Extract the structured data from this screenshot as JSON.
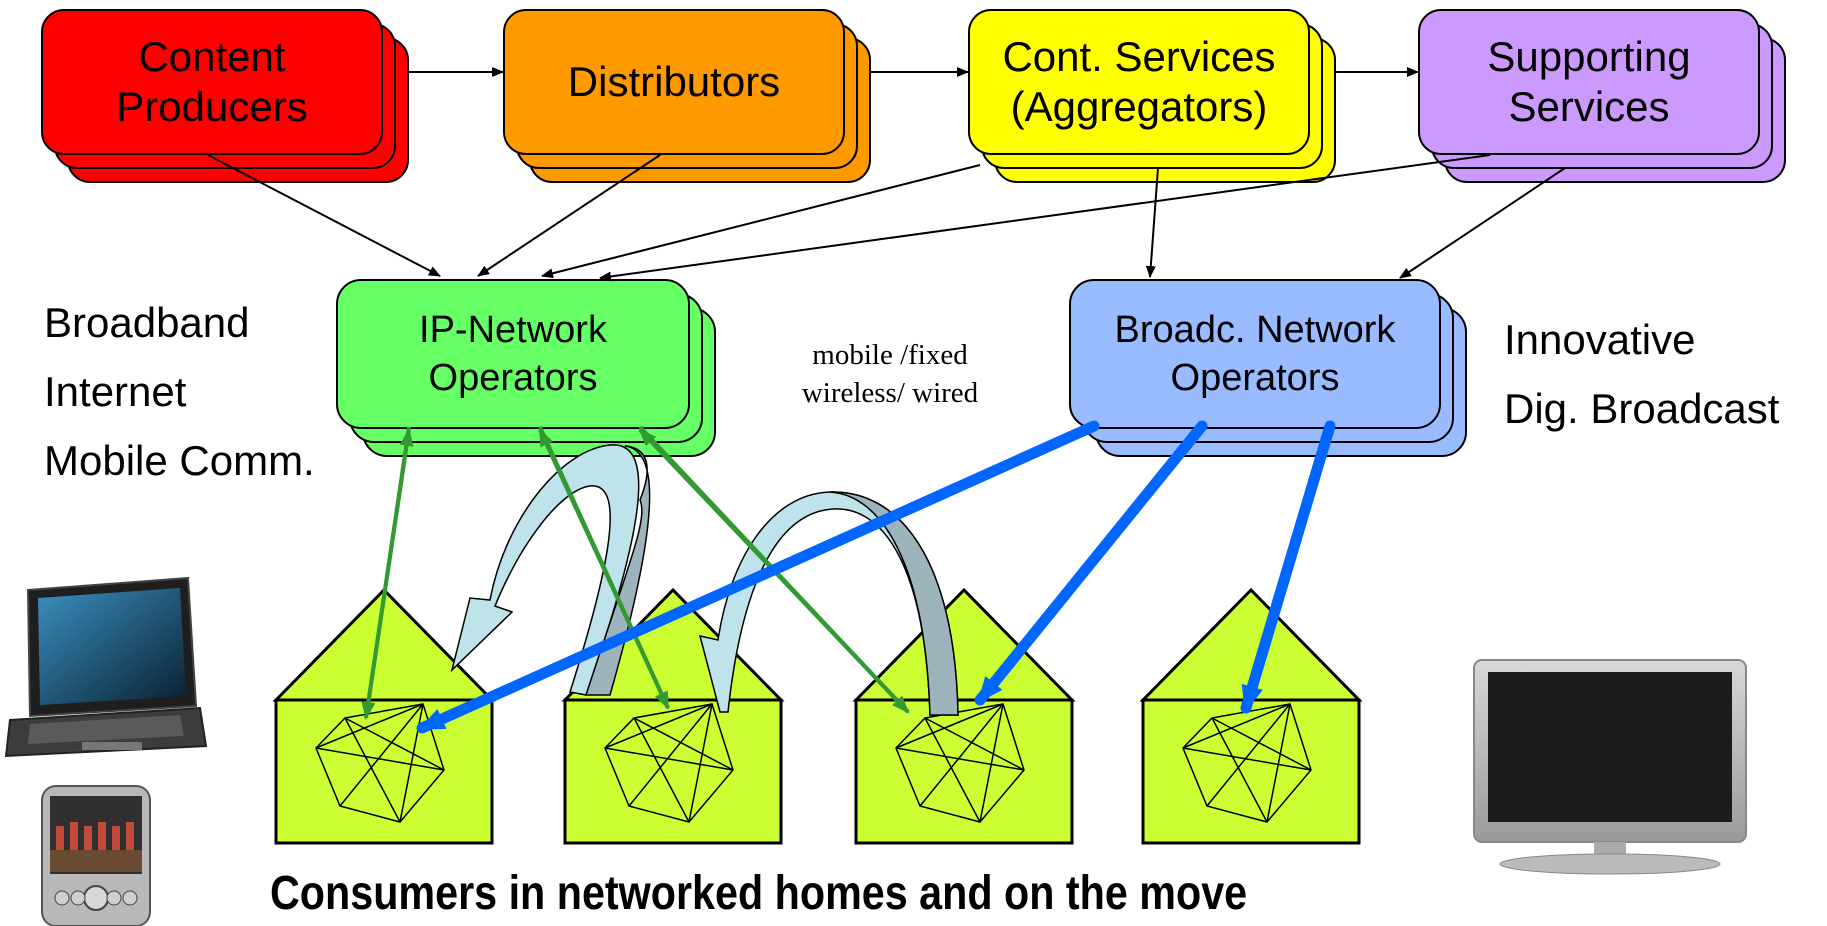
{
  "diagram": {
    "boxes": [
      {
        "id": "content-producers",
        "lines": [
          "Content",
          "Producers"
        ],
        "color": "#ff0000"
      },
      {
        "id": "distributors",
        "lines": [
          "Distributors"
        ],
        "color": "#ff9900"
      },
      {
        "id": "content-services",
        "lines": [
          "Cont. Services",
          "(Aggregators)"
        ],
        "color": "#ffff00"
      },
      {
        "id": "supporting-services",
        "lines": [
          "Supporting",
          "Services"
        ],
        "color": "#cc99ff"
      },
      {
        "id": "ip-network-operators",
        "lines": [
          "IP-Network",
          "Operators"
        ],
        "color": "#66ff66"
      },
      {
        "id": "broadcast-network-operators",
        "lines": [
          "Broadc. Network",
          "Operators"
        ],
        "color": "#99bbff"
      }
    ],
    "left_labels": [
      "Broadband",
      "Internet",
      "Mobile Comm."
    ],
    "right_labels": [
      "Innovative",
      "Dig. Broadcast"
    ],
    "middle_note": [
      "mobile /fixed",
      "wireless/ wired"
    ],
    "caption": "Consumers in networked homes and on the move",
    "colors": {
      "house_fill": "#ccff33",
      "green_link": "#339933",
      "blue_link": "#0066ff",
      "curved_light": "#bfe3ea",
      "curved_dark": "#9eb4bc"
    },
    "icons": [
      "laptop-icon",
      "pda-icon",
      "flat-tv-icon"
    ]
  }
}
